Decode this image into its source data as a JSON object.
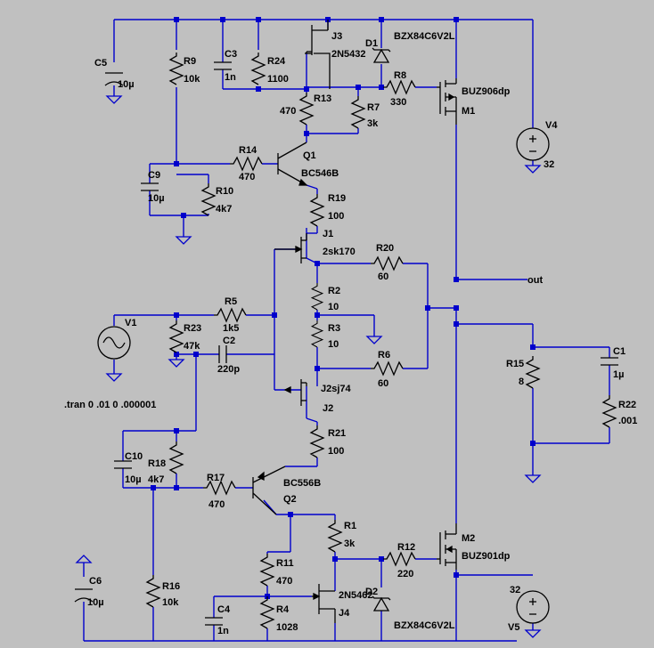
{
  "components": {
    "C5": {
      "name": "C5",
      "value": "10µ"
    },
    "R9": {
      "name": "R9",
      "value": "10k"
    },
    "C3": {
      "name": "C3",
      "value": "1n"
    },
    "R24": {
      "name": "R24",
      "value": "1100"
    },
    "J3": {
      "name": "J3",
      "value": "2N5432"
    },
    "D1": {
      "name": "D1",
      "value": "BZX84C6V2L"
    },
    "R8": {
      "name": "R8",
      "value": "330"
    },
    "M1": {
      "name": "M1",
      "value": "BUZ906dp"
    },
    "R13": {
      "name": "R13",
      "value": "470"
    },
    "R7": {
      "name": "R7",
      "value": "3k"
    },
    "V4": {
      "name": "V4",
      "value": "32"
    },
    "Q1": {
      "name": "Q1",
      "value": "BC546B"
    },
    "R14": {
      "name": "R14",
      "value": "470"
    },
    "C9": {
      "name": "C9",
      "value": "10µ"
    },
    "R10": {
      "name": "R10",
      "value": "4k7"
    },
    "R19": {
      "name": "R19",
      "value": "100"
    },
    "J1": {
      "name": "J1",
      "value": "2sk170"
    },
    "R20": {
      "name": "R20",
      "value": "60"
    },
    "R2": {
      "name": "R2",
      "value": "10"
    },
    "R3": {
      "name": "R3",
      "value": "10"
    },
    "R6": {
      "name": "R6",
      "value": "60"
    },
    "V1": {
      "name": "V1",
      "value": ""
    },
    "R5": {
      "name": "R5",
      "value": "1k5"
    },
    "R23": {
      "name": "R23",
      "value": "47k"
    },
    "C2": {
      "name": "C2",
      "value": "220p"
    },
    "J2": {
      "name": "J2",
      "value": "J2sj74"
    },
    "R21": {
      "name": "R21",
      "value": "100"
    },
    "R15": {
      "name": "R15",
      "value": "8"
    },
    "C1": {
      "name": "C1",
      "value": "1µ"
    },
    "R22": {
      "name": "R22",
      "value": ".001"
    },
    "C10": {
      "name": "C10",
      "value": "10µ"
    },
    "R18": {
      "name": "R18",
      "value": "4k7"
    },
    "R17": {
      "name": "R17",
      "value": "470"
    },
    "Q2": {
      "name": "Q2",
      "value": "BC556B"
    },
    "R1": {
      "name": "R1",
      "value": "3k"
    },
    "M2": {
      "name": "M2",
      "value": "BUZ901dp"
    },
    "R12": {
      "name": "R12",
      "value": "220"
    },
    "R11": {
      "name": "R11",
      "value": "470"
    },
    "C6": {
      "name": "C6",
      "value": "10µ"
    },
    "R16": {
      "name": "R16",
      "value": "10k"
    },
    "J4": {
      "name": "J4",
      "value": "2N5462"
    },
    "D2": {
      "name": "D2",
      "value": "BZX84C6V2L"
    },
    "C4": {
      "name": "C4",
      "value": "1n"
    },
    "R4": {
      "name": "R4",
      "value": "1028"
    },
    "V5": {
      "name": "V5",
      "value": "32"
    }
  },
  "net_labels": {
    "out": "out"
  },
  "directive": ".tran 0 .01 0 .000001",
  "colors": {
    "background": "#c0c0c0",
    "wire": "#0000cc",
    "node": "#0000cc",
    "text": "#000000"
  }
}
